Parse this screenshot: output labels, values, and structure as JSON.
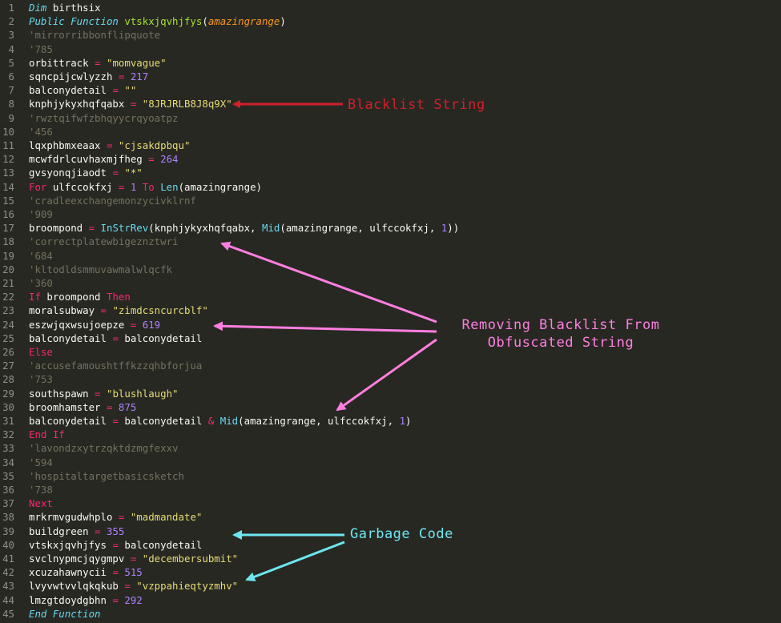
{
  "editor": {
    "lines": [
      [
        [
          "kw",
          "Dim"
        ],
        [
          "t",
          " birthsix"
        ]
      ],
      [
        [
          "kw",
          "Public Function"
        ],
        [
          "t",
          " "
        ],
        [
          "fn",
          "vtskxjqvhjfys"
        ],
        [
          "t",
          "("
        ],
        [
          "param",
          "amazingrange"
        ],
        [
          "t",
          ")"
        ]
      ],
      [
        [
          "cm",
          "'mirrorribbonflipquote"
        ]
      ],
      [
        [
          "cm",
          "'785"
        ]
      ],
      [
        [
          "t",
          "orbittrack "
        ],
        [
          "op",
          "="
        ],
        [
          "t",
          " "
        ],
        [
          "str",
          "\"momvague\""
        ]
      ],
      [
        [
          "t",
          "sqncpijcwlyzzh "
        ],
        [
          "op",
          "="
        ],
        [
          "t",
          " "
        ],
        [
          "num",
          "217"
        ]
      ],
      [
        [
          "t",
          "balconydetail "
        ],
        [
          "op",
          "="
        ],
        [
          "t",
          " "
        ],
        [
          "str",
          "\"\""
        ]
      ],
      [
        [
          "t",
          "knphjykyxhqfqabx "
        ],
        [
          "op",
          "="
        ],
        [
          "t",
          " "
        ],
        [
          "str",
          "\"8JRJRLB8J8q9X\""
        ]
      ],
      [
        [
          "cm",
          "'rwztqifwfzbhqyycrqyoatpz"
        ]
      ],
      [
        [
          "cm",
          "'456"
        ]
      ],
      [
        [
          "t",
          "lqxphbmxeaax "
        ],
        [
          "op",
          "="
        ],
        [
          "t",
          " "
        ],
        [
          "str",
          "\"cjsakdpbqu\""
        ]
      ],
      [
        [
          "t",
          "mcwfdrlcuvhaxmjfheg "
        ],
        [
          "op",
          "="
        ],
        [
          "t",
          " "
        ],
        [
          "num",
          "264"
        ]
      ],
      [
        [
          "t",
          "gvsyonqjiaodt "
        ],
        [
          "op",
          "="
        ],
        [
          "t",
          " "
        ],
        [
          "str",
          "\"*\""
        ]
      ],
      [
        [
          "ctl",
          "For"
        ],
        [
          "t",
          " ulfccokfxj "
        ],
        [
          "op",
          "="
        ],
        [
          "t",
          " "
        ],
        [
          "num",
          "1"
        ],
        [
          "t",
          " "
        ],
        [
          "ctl",
          "To"
        ],
        [
          "t",
          " "
        ],
        [
          "bi",
          "Len"
        ],
        [
          "t",
          "(amazingrange)"
        ]
      ],
      [
        [
          "cm",
          "'cradleexchangemonzycivklrnf"
        ]
      ],
      [
        [
          "cm",
          "'909"
        ]
      ],
      [
        [
          "t",
          "broompond "
        ],
        [
          "op",
          "="
        ],
        [
          "t",
          " "
        ],
        [
          "bi",
          "InStrRev"
        ],
        [
          "t",
          "(knphjykyxhqfqabx, "
        ],
        [
          "bi",
          "Mid"
        ],
        [
          "t",
          "(amazingrange, ulfccokfxj, "
        ],
        [
          "num",
          "1"
        ],
        [
          "t",
          "))"
        ]
      ],
      [
        [
          "cm",
          "'correctplatewbigeznztwri"
        ]
      ],
      [
        [
          "cm",
          "'684"
        ]
      ],
      [
        [
          "cm",
          "'kltodldsmmuvawmalwlqcfk"
        ]
      ],
      [
        [
          "cm",
          "'360"
        ]
      ],
      [
        [
          "ctl",
          "If"
        ],
        [
          "t",
          " broompond "
        ],
        [
          "ctl",
          "Then"
        ]
      ],
      [
        [
          "t",
          "moralsubway "
        ],
        [
          "op",
          "="
        ],
        [
          "t",
          " "
        ],
        [
          "str",
          "\"zimdcsncurcblf\""
        ]
      ],
      [
        [
          "t",
          "eszwjqxwsujoepze "
        ],
        [
          "op",
          "="
        ],
        [
          "t",
          " "
        ],
        [
          "num",
          "619"
        ]
      ],
      [
        [
          "t",
          "balconydetail "
        ],
        [
          "op",
          "="
        ],
        [
          "t",
          " balconydetail"
        ]
      ],
      [
        [
          "ctl",
          "Else"
        ]
      ],
      [
        [
          "cm",
          "'accusefamoushtffkzzqhbforjua"
        ]
      ],
      [
        [
          "cm",
          "'753"
        ]
      ],
      [
        [
          "t",
          "southspawn "
        ],
        [
          "op",
          "="
        ],
        [
          "t",
          " "
        ],
        [
          "str",
          "\"blushlaugh\""
        ]
      ],
      [
        [
          "t",
          "broomhamster "
        ],
        [
          "op",
          "="
        ],
        [
          "t",
          " "
        ],
        [
          "num",
          "875"
        ]
      ],
      [
        [
          "t",
          "balconydetail "
        ],
        [
          "op",
          "="
        ],
        [
          "t",
          " balconydetail "
        ],
        [
          "op",
          "&"
        ],
        [
          "t",
          " "
        ],
        [
          "bi",
          "Mid"
        ],
        [
          "t",
          "(amazingrange, ulfccokfxj, "
        ],
        [
          "num",
          "1"
        ],
        [
          "t",
          ")"
        ]
      ],
      [
        [
          "ctl",
          "End If"
        ]
      ],
      [
        [
          "cm",
          "'lavondzxytrzqktdzmgfexxv"
        ]
      ],
      [
        [
          "cm",
          "'594"
        ]
      ],
      [
        [
          "cm",
          "'hospitaltargetbasicsketch"
        ]
      ],
      [
        [
          "cm",
          "'738"
        ]
      ],
      [
        [
          "ctl",
          "Next"
        ]
      ],
      [
        [
          "t",
          "mrkrmvgudwhplo "
        ],
        [
          "op",
          "="
        ],
        [
          "t",
          " "
        ],
        [
          "str",
          "\"madmandate\""
        ]
      ],
      [
        [
          "t",
          "buildgreen "
        ],
        [
          "op",
          "="
        ],
        [
          "t",
          " "
        ],
        [
          "num",
          "355"
        ]
      ],
      [
        [
          "t",
          "vtskxjqvhjfys "
        ],
        [
          "op",
          "="
        ],
        [
          "t",
          " balconydetail"
        ]
      ],
      [
        [
          "t",
          "svclnypmcjqygmpv "
        ],
        [
          "op",
          "="
        ],
        [
          "t",
          " "
        ],
        [
          "str",
          "\"decembersubmit\""
        ]
      ],
      [
        [
          "t",
          "xcuzahawnycii "
        ],
        [
          "op",
          "="
        ],
        [
          "t",
          " "
        ],
        [
          "num",
          "515"
        ]
      ],
      [
        [
          "t",
          "lvyvwtvvlqkqkub "
        ],
        [
          "op",
          "="
        ],
        [
          "t",
          " "
        ],
        [
          "str",
          "\"vzppahieqtyzmhv\""
        ]
      ],
      [
        [
          "t",
          "lmzgtdoydgbhn "
        ],
        [
          "op",
          "="
        ],
        [
          "t",
          " "
        ],
        [
          "num",
          "292"
        ]
      ],
      [
        [
          "kw",
          "End Function"
        ]
      ]
    ]
  },
  "annotations": {
    "blacklist": {
      "text": "Blacklist String",
      "color": "#d0202a"
    },
    "removing": {
      "line1": "Removing Blacklist From",
      "line2": "Obfuscated String",
      "color": "#ff7ee0"
    },
    "garbage": {
      "text": "Garbage Code",
      "color": "#6ee6f0"
    }
  },
  "colors": {
    "background": "#272822",
    "text": "#f8f8f2",
    "line_number": "#90908a"
  }
}
